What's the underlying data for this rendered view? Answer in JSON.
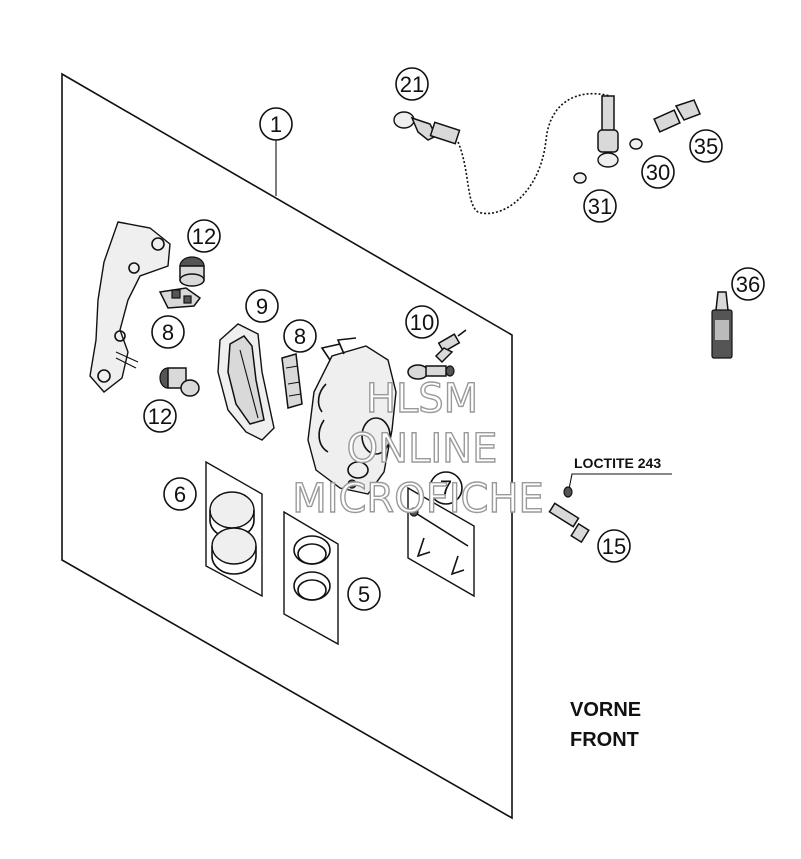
{
  "callouts": {
    "c1": "1",
    "c5": "5",
    "c6": "6",
    "c7": "7",
    "c8a": "8",
    "c8b": "8",
    "c9": "9",
    "c10": "10",
    "c12a": "12",
    "c12b": "12",
    "c15": "15",
    "c21": "21",
    "c30": "30",
    "c31": "31",
    "c35": "35",
    "c36": "36"
  },
  "labels": {
    "loctite": "LOCTITE 243",
    "vorne": "VORNE",
    "front": "FRONT"
  },
  "watermark": {
    "line1": "HLSM",
    "line2": "ONLINE",
    "line3": "MICROFICHE"
  }
}
